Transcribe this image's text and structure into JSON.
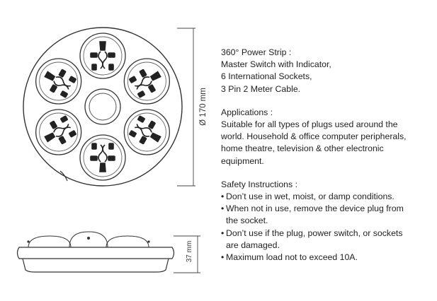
{
  "diagram": {
    "diameter_label": "Ø 170 mm",
    "height_label": "37 mm"
  },
  "specs": {
    "strip_title": "360° Power Strip :",
    "strip_lines": [
      "Master Switch with Indicator,",
      "6 International Sockets,",
      "3 Pin 2 Meter Cable."
    ],
    "applications_title": "Applications :",
    "applications_lines": [
      "Suitable for all types of plugs used around the",
      "world. Household & office computer peripherals,",
      "home theatre, television & other electronic",
      "equipment."
    ],
    "safety_title": "Safety Instructions :",
    "safety_items": [
      {
        "bullet": "•",
        "lines": [
          "Don’t use in wet, moist, or damp conditions."
        ]
      },
      {
        "bullet": "•",
        "lines": [
          "When not in use, remove the device plug from",
          "the socket."
        ]
      },
      {
        "bullet": "•",
        "lines": [
          "Don’t use if the plug, power switch, or sockets",
          "are damaged."
        ]
      },
      {
        "bullet": "•",
        "lines": [
          "Maximum load not to exceed 10A."
        ]
      }
    ]
  }
}
